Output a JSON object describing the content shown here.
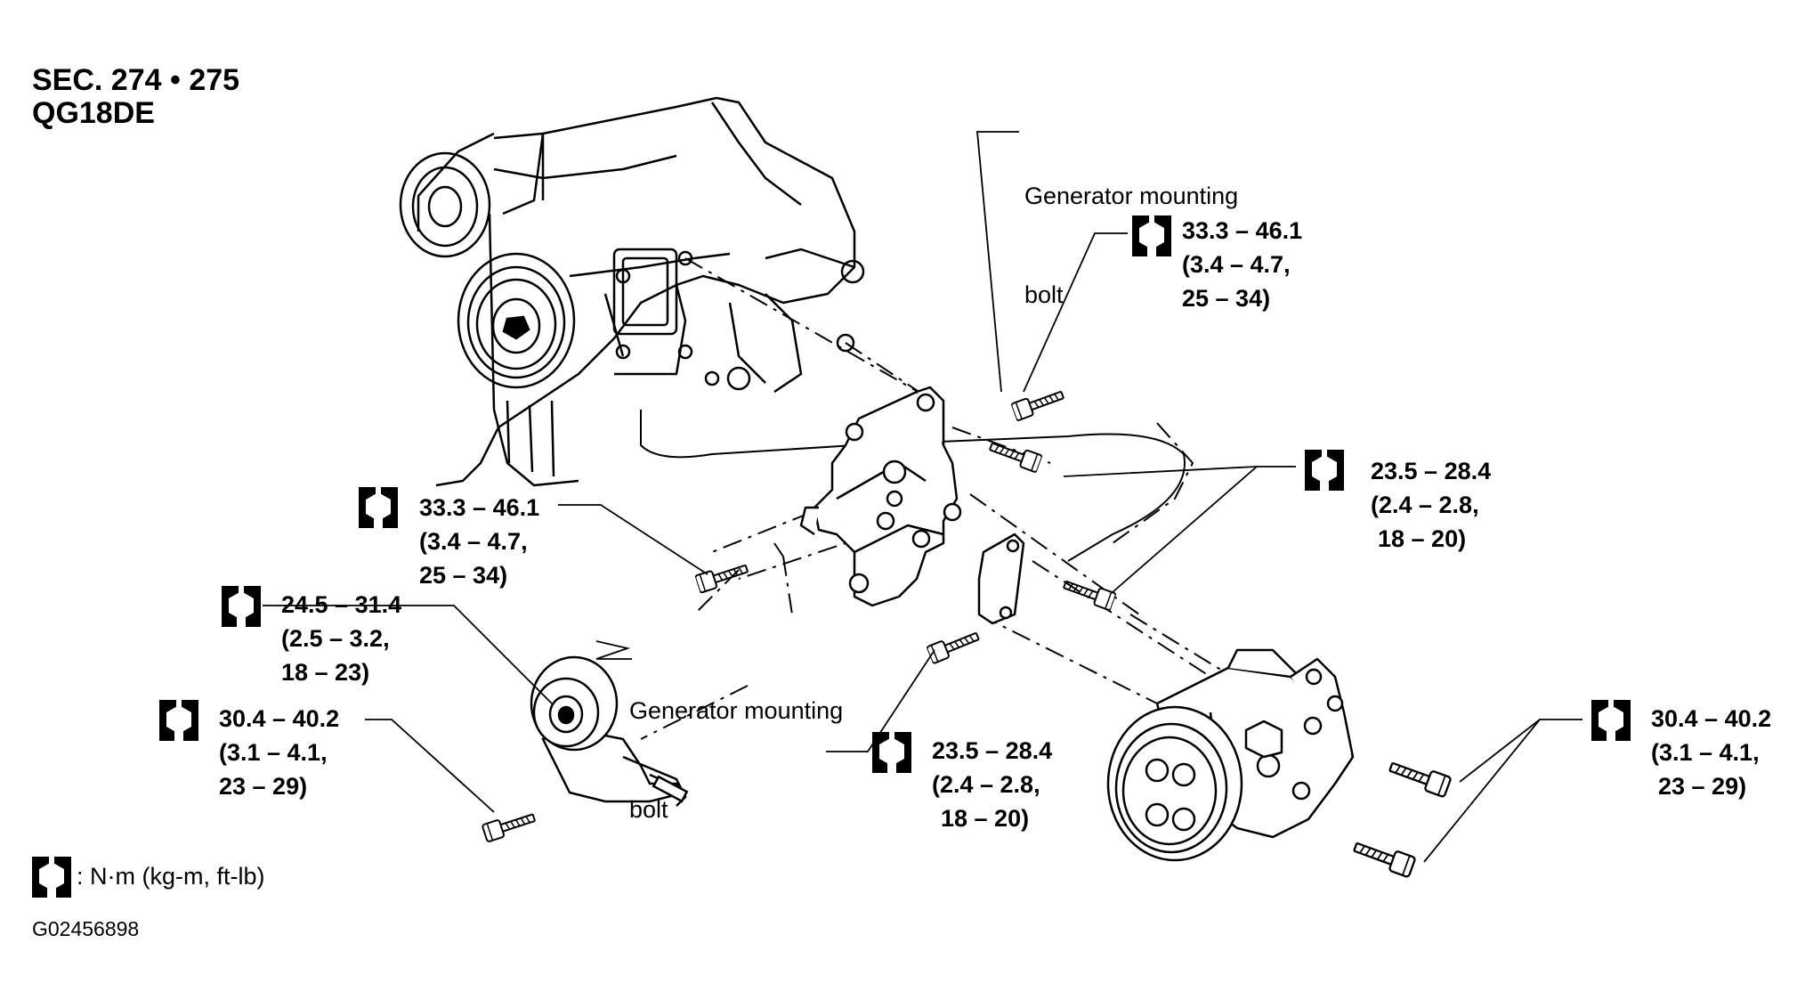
{
  "header": {
    "section": "SEC. 274 • 275",
    "engine": "QG18DE"
  },
  "callouts": {
    "gen_bolt_upper": {
      "line1": "Generator mounting",
      "line2": "bolt"
    },
    "gen_bolt_lower": {
      "line1": "Generator mounting",
      "line2": "bolt"
    }
  },
  "torques": [
    {
      "id": "t1",
      "nm": "33.3 – 46.1",
      "kgm": "(3.4 – 4.7,",
      "ftlb": "25 – 34)"
    },
    {
      "id": "t2",
      "nm": "23.5 – 28.4",
      "kgm": "(2.4 – 2.8,",
      "ftlb": "18 – 20)"
    },
    {
      "id": "t3",
      "nm": "33.3 – 46.1",
      "kgm": "(3.4 – 4.7,",
      "ftlb": "25 – 34)"
    },
    {
      "id": "t4",
      "nm": "24.5 – 31.4",
      "kgm": "(2.5 – 3.2,",
      "ftlb": "18 – 23)"
    },
    {
      "id": "t5",
      "nm": "30.4 – 40.2",
      "kgm": "(3.1 – 4.1,",
      "ftlb": "23 – 29)"
    },
    {
      "id": "t6",
      "nm": "23.5 – 28.4",
      "kgm": "(2.4 – 2.8,",
      "ftlb": "18 – 20)"
    },
    {
      "id": "t7",
      "nm": "30.4 – 40.2",
      "kgm": "(3.1 – 4.1,",
      "ftlb": "23 – 29)"
    }
  ],
  "legend": {
    "icon": "torque-wrench-icon",
    "text": ": N·m (kg-m, ft-lb)"
  },
  "figure_code": "G02456898"
}
